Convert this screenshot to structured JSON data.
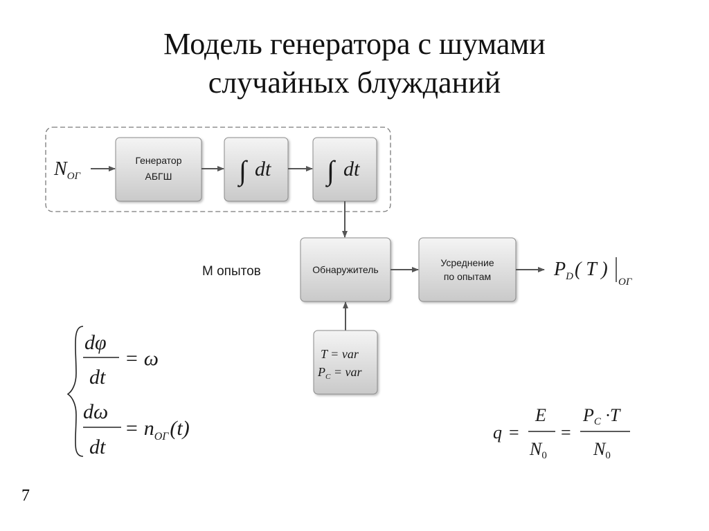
{
  "slide": {
    "title_line1": "Модель генератора с шумами",
    "title_line2": "случайных блужданий",
    "page_number": "7"
  },
  "diagram": {
    "input": {
      "symbol": "N",
      "subscript": "ОГ"
    },
    "generator": {
      "line1": "Генератор",
      "line2": "АБГШ"
    },
    "integrator": {
      "symbol": "∫",
      "variable": "dt"
    },
    "detector": "Обнаружитель",
    "averaging": {
      "line1": "Усреднение",
      "line2": "по опытам"
    },
    "experiments_label": "М опытов",
    "params": {
      "t_var": "T = var",
      "pc": "P",
      "pc_sub": "C",
      "pc_rest": " = var"
    },
    "output": {
      "p": "P",
      "p_sub": "D",
      "arg": "( T )",
      "cond_sub": "ОГ"
    }
  },
  "equations": {
    "eq1": {
      "num": "dφ",
      "den": "dt",
      "rhs": "= ω"
    },
    "eq2": {
      "num": "dω",
      "den": "dt",
      "rhs_eq": "= ",
      "rhs_n": "n",
      "rhs_sub": "ОГ",
      "rhs_arg": "(t)"
    }
  },
  "formula_q": {
    "q": "q",
    "eq": "=",
    "f1_num": "E",
    "f1_den": "N",
    "f1_den_sub": "0",
    "eq2": "=",
    "f2_num_p": "P",
    "f2_num_sub": "C",
    "f2_num_rest": " ·T",
    "f2_den": "N",
    "f2_den_sub": "0"
  }
}
